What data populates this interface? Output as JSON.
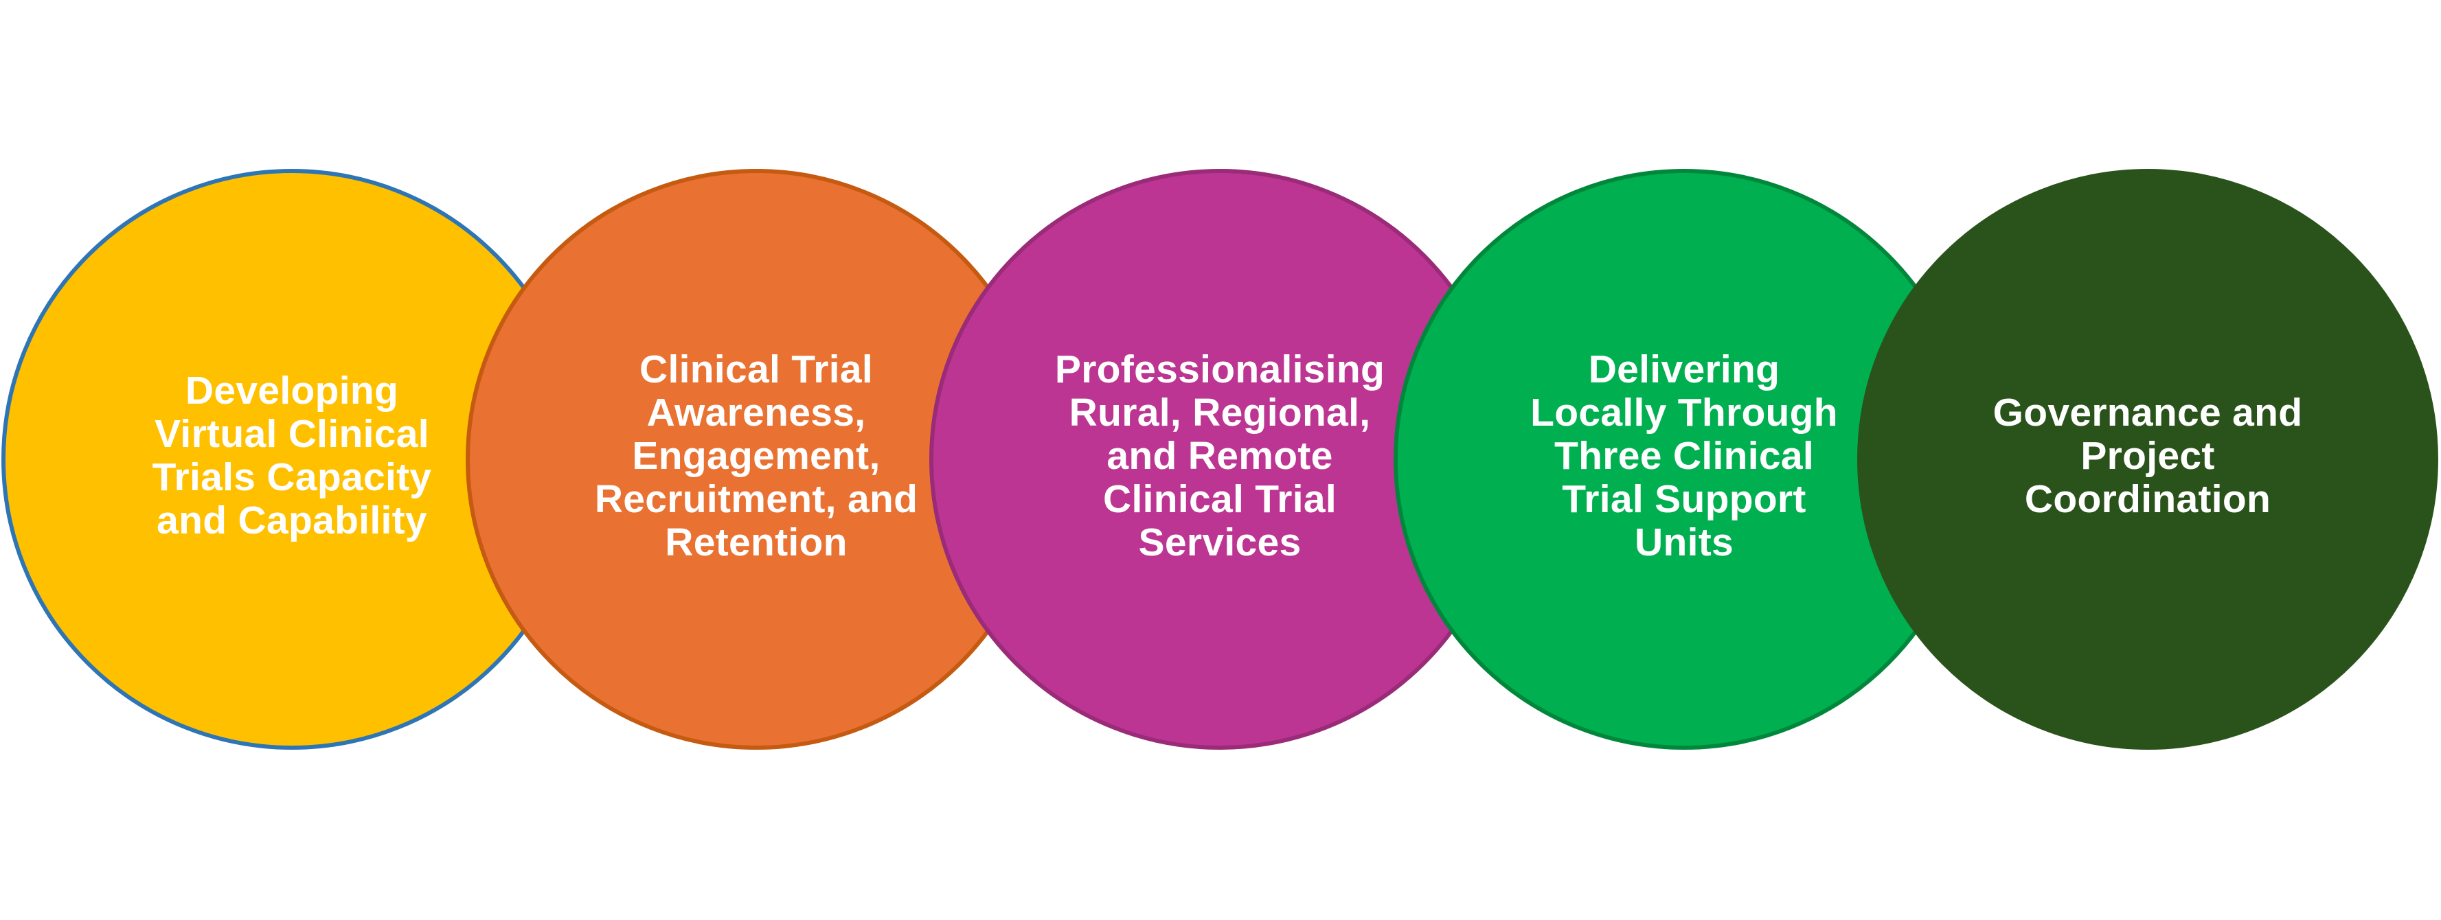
{
  "circles": [
    {
      "label": "Developing\nVirtual Clinical\nTrials Capacity\nand Capability",
      "fill": "#FFC000",
      "stroke": "#2E75B6"
    },
    {
      "label": "Clinical Trial\nAwareness,\nEngagement,\nRecruitment, and\nRetention",
      "fill": "#E97132",
      "stroke": "#C55A11"
    },
    {
      "label": "Professionalising\nRural, Regional,\nand Remote\nClinical Trial\nServices",
      "fill": "#BC3592",
      "stroke": "#9A2B78"
    },
    {
      "label": "Delivering\nLocally Through\nThree Clinical\nTrial Support\nUnits",
      "fill": "#00B050",
      "stroke": "#00873C"
    },
    {
      "label": "Governance and\nProject\nCoordination",
      "fill": "#2A531B",
      "stroke": "#2A531B"
    }
  ]
}
